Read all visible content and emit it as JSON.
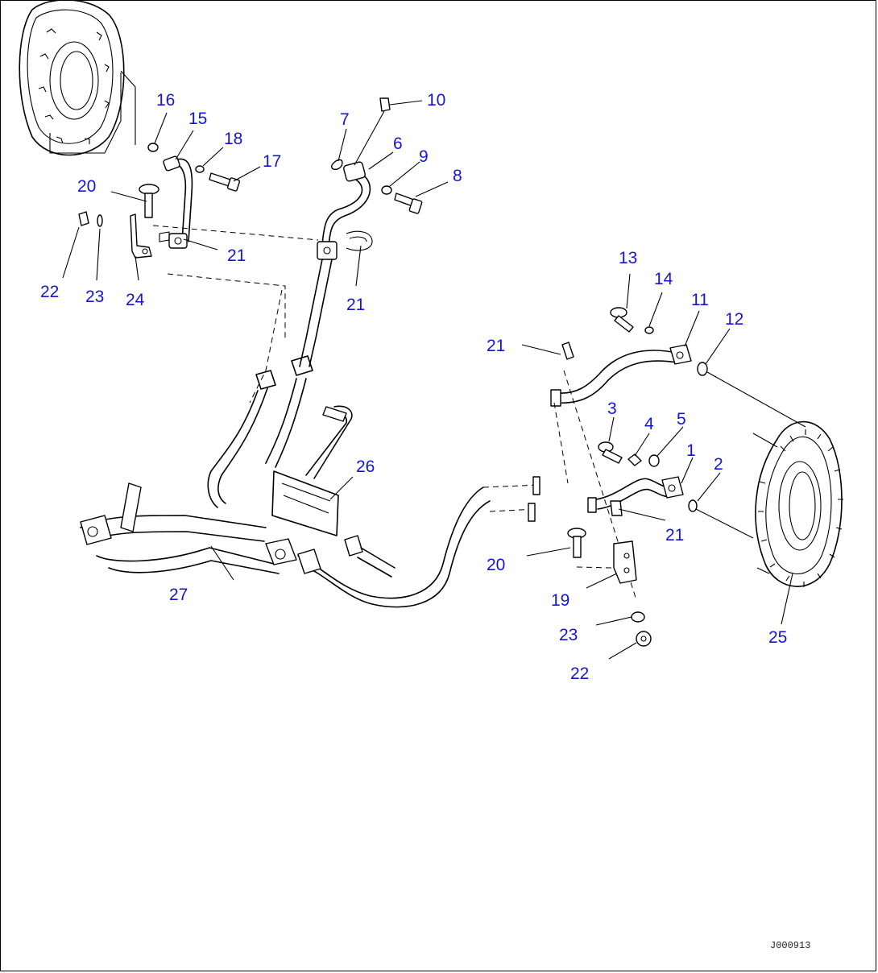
{
  "diagram_id": "J000913",
  "label_color": "#1515d6",
  "callouts": {
    "c1": "1",
    "c2": "2",
    "c3": "3",
    "c4": "4",
    "c5": "5",
    "c6": "6",
    "c7": "7",
    "c8": "8",
    "c9": "9",
    "c10": "10",
    "c11": "11",
    "c12": "12",
    "c13": "13",
    "c14": "14",
    "c15": "15",
    "c16": "16",
    "c17": "17",
    "c18": "18",
    "c19": "19",
    "c20a": "20",
    "c20b": "20",
    "c21a": "21",
    "c21b": "21",
    "c21c": "21",
    "c21d": "21",
    "c22a": "22",
    "c22b": "22",
    "c23a": "23",
    "c23b": "23",
    "c24": "24",
    "c25": "25",
    "c26": "26",
    "c27": "27"
  }
}
